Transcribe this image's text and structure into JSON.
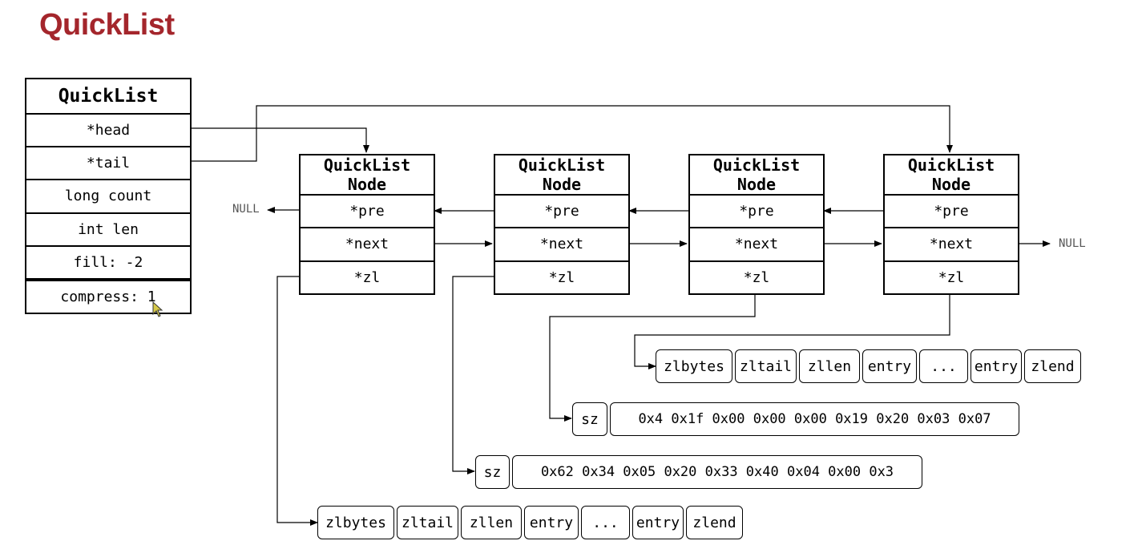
{
  "title": "QuickList",
  "quicklist": {
    "header": "QuickList",
    "fields": [
      "*head",
      "*tail",
      "long count",
      "int len",
      "fill: -2",
      "compress: 1"
    ]
  },
  "nodes": [
    {
      "header_line1": "QuickList",
      "header_line2": "Node",
      "fields": [
        "*pre",
        "*next",
        "*zl"
      ]
    },
    {
      "header_line1": "QuickList",
      "header_line2": "Node",
      "fields": [
        "*pre",
        "*next",
        "*zl"
      ]
    },
    {
      "header_line1": "QuickList",
      "header_line2": "Node",
      "fields": [
        "*pre",
        "*next",
        "*zl"
      ]
    },
    {
      "header_line1": "QuickList",
      "header_line2": "Node",
      "fields": [
        "*pre",
        "*next",
        "*zl"
      ]
    }
  ],
  "null_label": "NULL",
  "ziplist_cells": [
    "zlbytes",
    "zltail",
    "zllen",
    "entry",
    "...",
    "entry",
    "zlend"
  ],
  "compressed_1": {
    "sz": "sz",
    "bytes": "0x4 0x1f 0x00 0x00 0x00 0x19 0x20 0x03 0x07"
  },
  "compressed_2": {
    "sz": "sz",
    "bytes": "0x62 0x34 0x05 0x20 0x33 0x40 0x04 0x00 0x3"
  }
}
